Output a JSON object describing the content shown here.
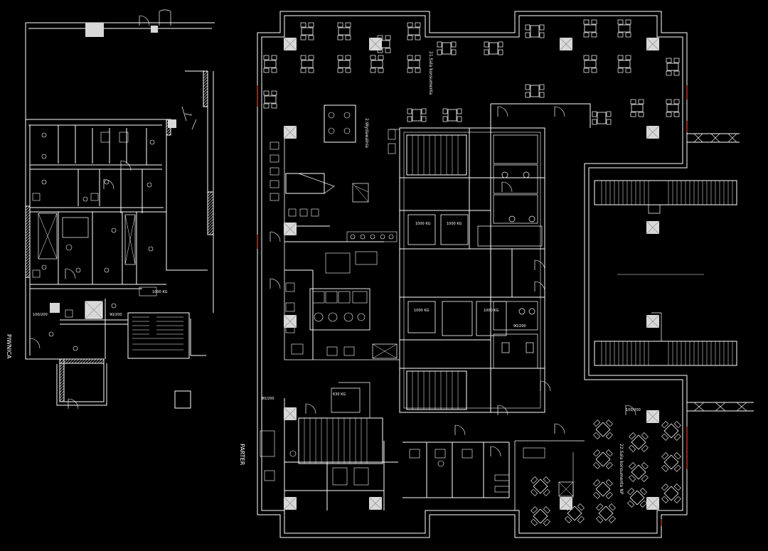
{
  "labels": {
    "piwnica": "PIWNICA",
    "parter": "PARTER",
    "sala_1": "21.Sala konsumenta",
    "wydawalnia": "2.Wydawalnia",
    "sala_2": "22.Sala konsumenta NP"
  },
  "room_tags": [
    "100/200",
    "90/200",
    "80/200",
    "1000 KG",
    "1000 KG",
    "1000 KG",
    "1000 KG",
    "630 KG"
  ],
  "colors": {
    "background": "#000000",
    "lines": "#ffffff",
    "accent": "#e34a2f",
    "fixture": "#bbbbbb"
  }
}
